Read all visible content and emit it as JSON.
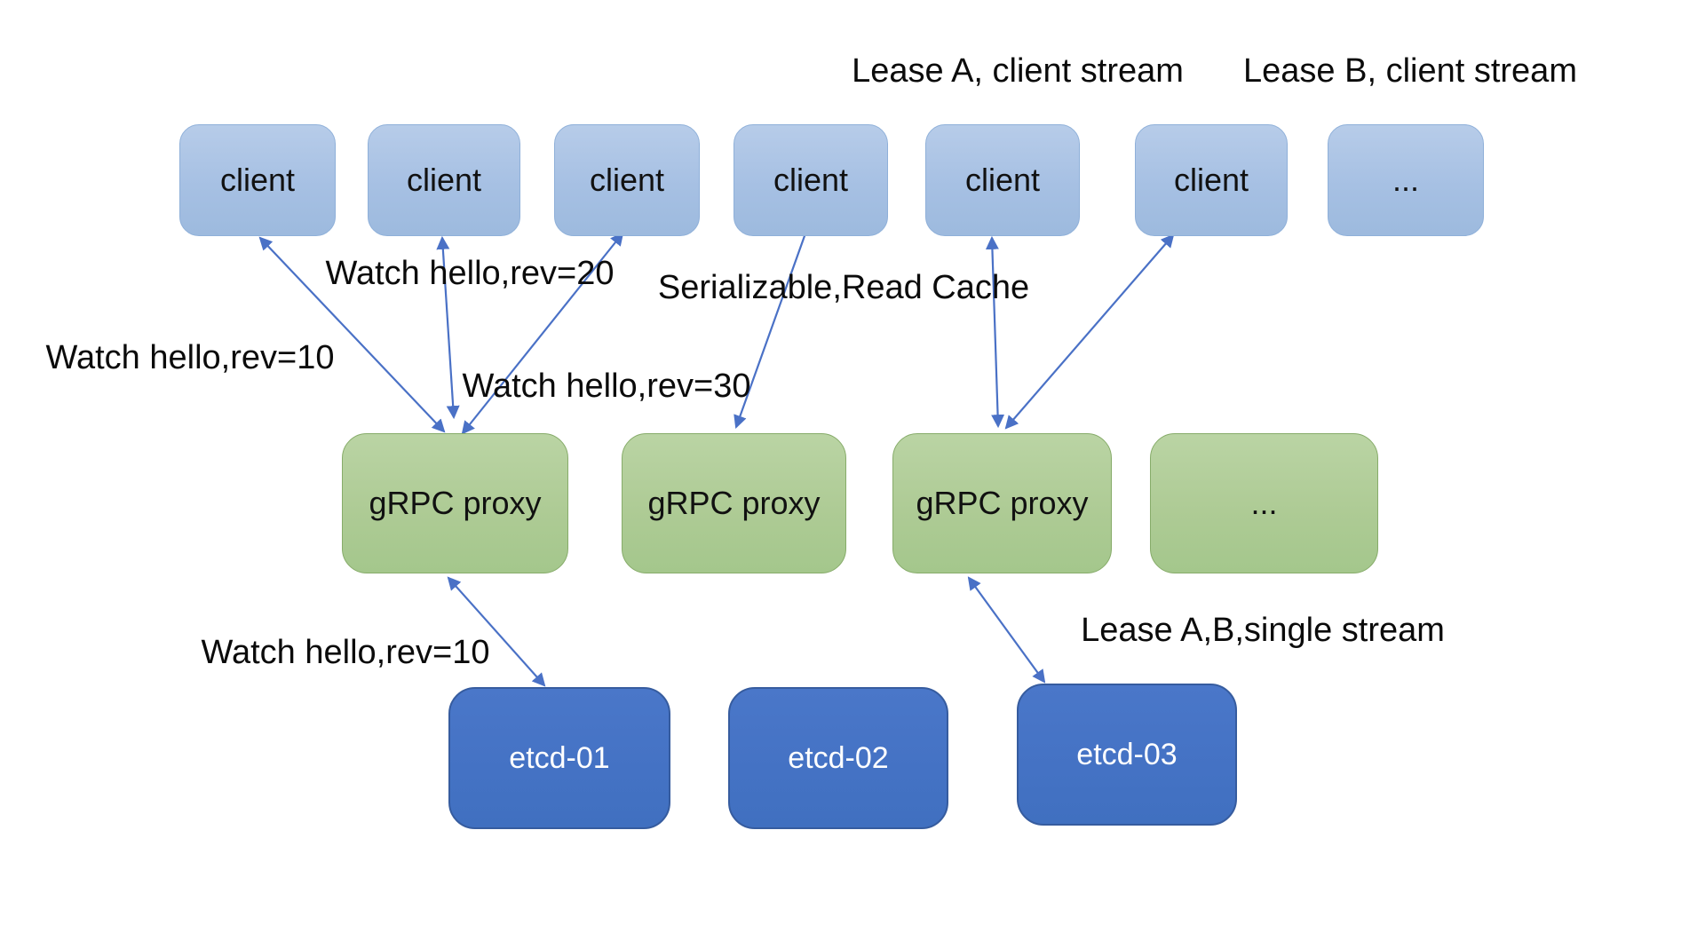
{
  "diagram_title": "etcd gRPC proxy watch and lease coalescing diagram",
  "colors": {
    "client_fill": "#a9c3e6",
    "client_border": "#8fb0d9",
    "proxy_fill": "#aecb95",
    "proxy_border": "#87ac6a",
    "etcd_fill": "#4472c4",
    "etcd_border": "#365c9f",
    "arrow": "#4a71c6",
    "label_text": "#0b0b0b",
    "etcd_text": "#ffffff"
  },
  "nodes": {
    "clients": [
      {
        "label": "client"
      },
      {
        "label": "client"
      },
      {
        "label": "client"
      },
      {
        "label": "client"
      },
      {
        "label": "client"
      },
      {
        "label": "client"
      },
      {
        "label": "..."
      }
    ],
    "proxies": [
      {
        "label": "gRPC proxy"
      },
      {
        "label": "gRPC proxy"
      },
      {
        "label": "gRPC proxy"
      },
      {
        "label": "..."
      }
    ],
    "etcd": [
      {
        "label": "etcd-01"
      },
      {
        "label": "etcd-02"
      },
      {
        "label": "etcd-03"
      }
    ]
  },
  "labels": {
    "lease_a_client_stream": "Lease A, client stream",
    "lease_b_client_stream": "Lease B, client stream",
    "watch_rev20": "Watch hello,rev=20",
    "serializable_read_cache": "Serializable,Read Cache",
    "watch_rev10_top": "Watch hello,rev=10",
    "watch_rev30": "Watch hello,rev=30",
    "watch_rev10_bottom": "Watch hello,rev=10",
    "lease_ab_single_stream": "Lease A,B,single stream"
  }
}
